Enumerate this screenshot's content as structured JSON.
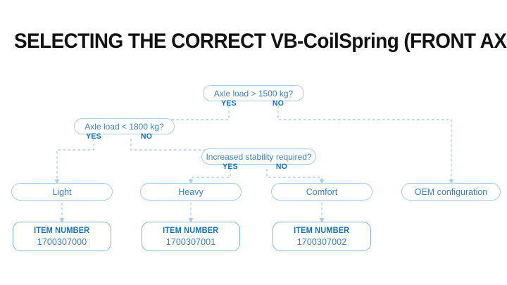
{
  "page": {
    "title": "SELECTING THE CORRECT VB-CoilSpring (FRONT AXLE)",
    "background_color": "#ffffff",
    "accent_color": "#0f6fc0",
    "line_color": "#a9cdea",
    "text_color": "#3a7fbf"
  },
  "diagram": {
    "type": "flowchart",
    "decisions": [
      {
        "id": "axle-load-1500",
        "question": "Axle load > 1500 kg?",
        "yes_label": "YES",
        "no_label": "NO",
        "yes_target": "axle-load-1800",
        "no_target": "oem-configuration"
      },
      {
        "id": "axle-load-1800",
        "question": "Axle load < 1800 kg?",
        "yes_label": "YES",
        "no_label": "NO",
        "yes_target": "light",
        "no_target": "increased-stability"
      },
      {
        "id": "increased-stability",
        "question": "Increased stability required?",
        "yes_label": "YES",
        "no_label": "NO",
        "yes_target": "heavy",
        "no_target": "comfort"
      }
    ],
    "results": [
      {
        "id": "light",
        "label": "Light"
      },
      {
        "id": "heavy",
        "label": "Heavy"
      },
      {
        "id": "comfort",
        "label": "Comfort"
      },
      {
        "id": "oem-configuration",
        "label": "OEM configuration"
      }
    ],
    "items": [
      {
        "id": "item-light",
        "title": "ITEM NUMBER",
        "number": "1700307000",
        "from": "light"
      },
      {
        "id": "item-heavy",
        "title": "ITEM NUMBER",
        "number": "1700307001",
        "from": "heavy"
      },
      {
        "id": "item-comfort",
        "title": "ITEM NUMBER",
        "number": "1700307002",
        "from": "comfort"
      }
    ]
  }
}
